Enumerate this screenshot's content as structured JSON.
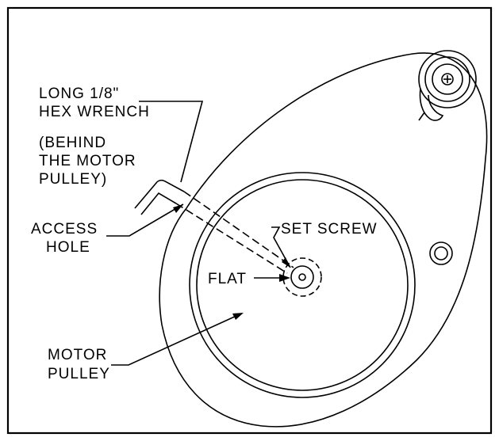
{
  "labels": {
    "wrench_line1": "LONG 1/8\"",
    "wrench_line2": "HEX WRENCH",
    "behind_line1": "(BEHIND",
    "behind_line2": "THE MOTOR",
    "behind_line3": "PULLEY)",
    "access_line1": "ACCESS",
    "access_line2": "HOLE",
    "set_screw": "SET SCREW",
    "flat": "FLAT",
    "pulley_line1": "MOTOR",
    "pulley_line2": "PULLEY"
  }
}
